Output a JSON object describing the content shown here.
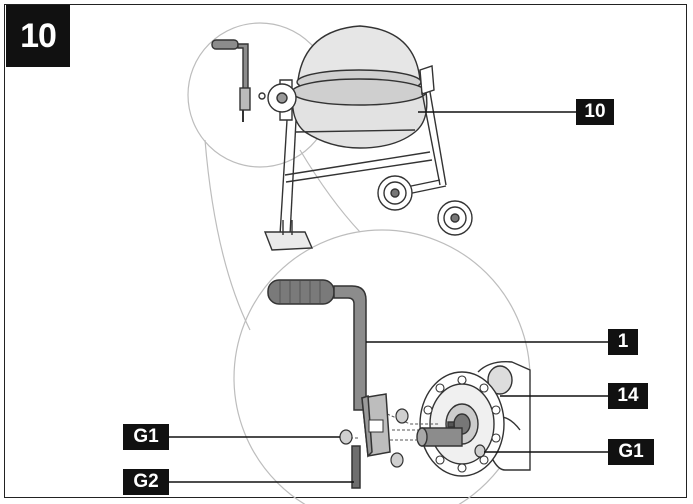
{
  "step_number": "10",
  "callouts": {
    "mixer_drum": "10",
    "crank_handle": "1",
    "drum_flange": "14",
    "washer_left": "G1",
    "washer_right": "G1",
    "pin": "G2"
  },
  "colors": {
    "ink": "#111111",
    "line": "#333333",
    "part_fill": "#8c8c8c",
    "light_fill": "#d8d8d8",
    "paper": "#ffffff"
  }
}
